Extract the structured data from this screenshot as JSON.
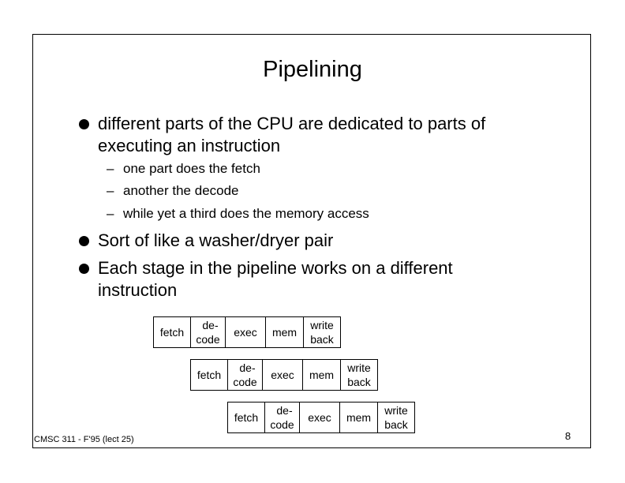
{
  "slide": {
    "title": "Pipelining",
    "bullets": [
      {
        "lines": [
          "different parts of the CPU are dedicated to parts of",
          "executing an instruction"
        ]
      },
      {
        "lines": [
          "Sort of like a washer/dryer pair"
        ]
      },
      {
        "lines": [
          "Each stage in the pipeline works on a different",
          "instruction"
        ]
      }
    ],
    "subbullets": [
      {
        "dash": "–",
        "text": "one part does the fetch"
      },
      {
        "dash": "–",
        "text": "another the decode"
      },
      {
        "dash": "–",
        "text": "while  yet a third does the memory access"
      }
    ],
    "pipeline": {
      "rows": [
        {
          "stages": [
            {
              "line1": "fetch"
            },
            {
              "line1": "de-",
              "line2": "code"
            },
            {
              "line1": "exec"
            },
            {
              "line1": "mem"
            },
            {
              "line1": "write",
              "line2": "back"
            }
          ]
        },
        {
          "stages": [
            {
              "line1": "fetch"
            },
            {
              "line1": "de-",
              "line2": "code"
            },
            {
              "line1": "exec"
            },
            {
              "line1": "mem"
            },
            {
              "line1": "write",
              "line2": "back"
            }
          ]
        },
        {
          "stages": [
            {
              "line1": "fetch"
            },
            {
              "line1": "de-",
              "line2": "code"
            },
            {
              "line1": "exec"
            },
            {
              "line1": "mem"
            },
            {
              "line1": "write",
              "line2": "back"
            }
          ]
        }
      ]
    },
    "footer": {
      "course": "CMSC 311 - F'95 (lect 25)",
      "page_number": "8"
    }
  }
}
